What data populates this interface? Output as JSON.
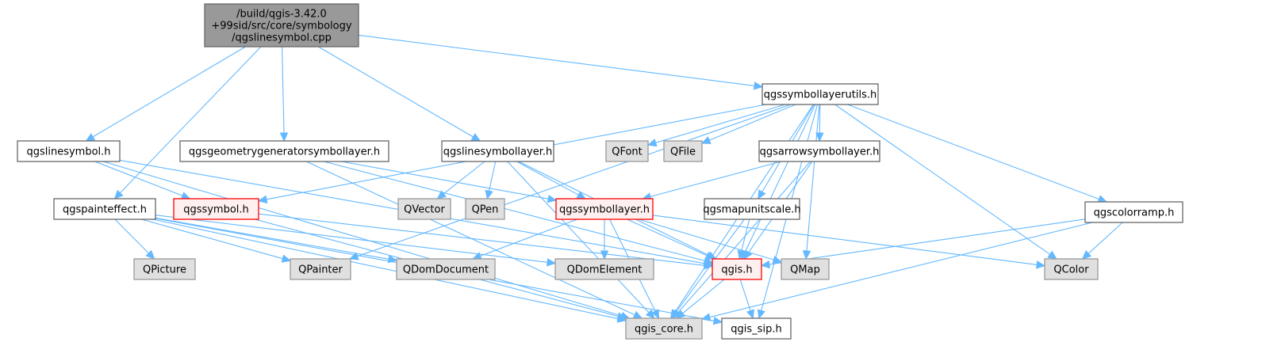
{
  "title": "Include dependency graph for qgslinesymbol.cpp",
  "colors": {
    "edge": "#63b8ff",
    "root_fill": "#999999",
    "root_stroke": "#666666",
    "normal_fill": "#ffffff",
    "normal_stroke": "#666666",
    "external_fill": "#e0e0e0",
    "external_stroke": "#999999",
    "highlight_fill": "#fff0f0",
    "highlight_stroke": "#ff0000"
  },
  "nodes": [
    {
      "id": "root",
      "lines": [
        "/build/qgis-3.42.0",
        "+99sid/src/core/symbology",
        "/qgslinesymbol.cpp"
      ],
      "kind": "root"
    },
    {
      "id": "qgslinesymbol_h",
      "lines": [
        "qgslinesymbol.h"
      ],
      "kind": "normal"
    },
    {
      "id": "qgsgeometrygeneratorsymbollayer_h",
      "lines": [
        "qgsgeometrygeneratorsymbollayer.h"
      ],
      "kind": "normal"
    },
    {
      "id": "qgslinesymbollayer_h",
      "lines": [
        "qgslinesymbollayer.h"
      ],
      "kind": "normal"
    },
    {
      "id": "qgssymbollayerutils_h",
      "lines": [
        "qgssymbollayerutils.h"
      ],
      "kind": "normal"
    },
    {
      "id": "qgspainteffect_h",
      "lines": [
        "qgspainteffect.h"
      ],
      "kind": "normal"
    },
    {
      "id": "qgssymbol_h",
      "lines": [
        "qgssymbol.h"
      ],
      "kind": "highlight"
    },
    {
      "id": "QVector",
      "lines": [
        "QVector"
      ],
      "kind": "external"
    },
    {
      "id": "QPen",
      "lines": [
        "QPen"
      ],
      "kind": "external"
    },
    {
      "id": "qgssymbollayer_h",
      "lines": [
        "qgssymbollayer.h"
      ],
      "kind": "highlight"
    },
    {
      "id": "QFont",
      "lines": [
        "QFont"
      ],
      "kind": "external"
    },
    {
      "id": "QFile",
      "lines": [
        "QFile"
      ],
      "kind": "external"
    },
    {
      "id": "qgsarrowsymbollayer_h",
      "lines": [
        "qgsarrowsymbollayer.h"
      ],
      "kind": "normal"
    },
    {
      "id": "qgsmapunitscale_h",
      "lines": [
        "qgsmapunitscale.h"
      ],
      "kind": "normal"
    },
    {
      "id": "qgscolorramp_h",
      "lines": [
        "qgscolorramp.h"
      ],
      "kind": "normal"
    },
    {
      "id": "QPicture",
      "lines": [
        "QPicture"
      ],
      "kind": "external"
    },
    {
      "id": "QPainter",
      "lines": [
        "QPainter"
      ],
      "kind": "external"
    },
    {
      "id": "QDomDocument",
      "lines": [
        "QDomDocument"
      ],
      "kind": "external"
    },
    {
      "id": "QDomElement",
      "lines": [
        "QDomElement"
      ],
      "kind": "external"
    },
    {
      "id": "qgis_h",
      "lines": [
        "qgis.h"
      ],
      "kind": "highlight"
    },
    {
      "id": "QMap",
      "lines": [
        "QMap"
      ],
      "kind": "external"
    },
    {
      "id": "QColor",
      "lines": [
        "QColor"
      ],
      "kind": "external"
    },
    {
      "id": "qgis_core_h",
      "lines": [
        "qgis_core.h"
      ],
      "kind": "external"
    },
    {
      "id": "qgis_sip_h",
      "lines": [
        "qgis_sip.h"
      ],
      "kind": "normal"
    }
  ],
  "edges": [
    {
      "from": "root",
      "to": "qgslinesymbol_h"
    },
    {
      "from": "root",
      "to": "qgsgeometrygeneratorsymbollayer_h"
    },
    {
      "from": "root",
      "to": "qgslinesymbollayer_h"
    },
    {
      "from": "root",
      "to": "qgssymbollayerutils_h"
    },
    {
      "from": "root",
      "to": "qgspainteffect_h"
    },
    {
      "from": "qgslinesymbol_h",
      "to": "qgssymbol_h"
    },
    {
      "from": "qgslinesymbol_h",
      "to": "qgis_h"
    },
    {
      "from": "qgslinesymbol_h",
      "to": "qgis_core_h"
    },
    {
      "from": "qgsgeometrygeneratorsymbollayer_h",
      "to": "qgssymbollayer_h"
    },
    {
      "from": "qgsgeometrygeneratorsymbollayer_h",
      "to": "qgis_h"
    },
    {
      "from": "qgsgeometrygeneratorsymbollayer_h",
      "to": "qgis_core_h"
    },
    {
      "from": "qgslinesymbollayer_h",
      "to": "QVector"
    },
    {
      "from": "qgslinesymbollayer_h",
      "to": "QPen"
    },
    {
      "from": "qgslinesymbollayer_h",
      "to": "qgssymbollayer_h"
    },
    {
      "from": "qgslinesymbollayer_h",
      "to": "qgis_h"
    },
    {
      "from": "qgslinesymbollayer_h",
      "to": "qgis_core_h"
    },
    {
      "from": "qgssymbollayerutils_h",
      "to": "QFont"
    },
    {
      "from": "qgssymbollayerutils_h",
      "to": "QFile"
    },
    {
      "from": "qgssymbollayerutils_h",
      "to": "qgsarrowsymbollayer_h"
    },
    {
      "from": "qgssymbollayerutils_h",
      "to": "qgssymbol_h"
    },
    {
      "from": "qgssymbollayerutils_h",
      "to": "QPainter"
    },
    {
      "from": "qgssymbollayerutils_h",
      "to": "qgsmapunitscale_h"
    },
    {
      "from": "qgssymbollayerutils_h",
      "to": "qgis_h"
    },
    {
      "from": "qgssymbollayerutils_h",
      "to": "QMap"
    },
    {
      "from": "qgssymbollayerutils_h",
      "to": "QColor"
    },
    {
      "from": "qgssymbollayerutils_h",
      "to": "qgscolorramp_h"
    },
    {
      "from": "qgssymbollayerutils_h",
      "to": "qgis_core_h"
    },
    {
      "from": "qgssymbollayerutils_h",
      "to": "qgis_sip_h"
    },
    {
      "from": "qgspainteffect_h",
      "to": "QPicture"
    },
    {
      "from": "qgspainteffect_h",
      "to": "QPainter"
    },
    {
      "from": "qgspainteffect_h",
      "to": "QDomDocument"
    },
    {
      "from": "qgspainteffect_h",
      "to": "QDomElement"
    },
    {
      "from": "qgspainteffect_h",
      "to": "qgis_core_h"
    },
    {
      "from": "qgspainteffect_h",
      "to": "qgis_sip_h"
    },
    {
      "from": "qgssymbol_h",
      "to": "qgis_h"
    },
    {
      "from": "qgssymbol_h",
      "to": "qgis_core_h"
    },
    {
      "from": "qgssymbollayer_h",
      "to": "QDomDocument"
    },
    {
      "from": "qgssymbollayer_h",
      "to": "QDomElement"
    },
    {
      "from": "qgssymbollayer_h",
      "to": "qgis_h"
    },
    {
      "from": "qgssymbollayer_h",
      "to": "QMap"
    },
    {
      "from": "qgssymbollayer_h",
      "to": "QColor"
    },
    {
      "from": "qgssymbollayer_h",
      "to": "qgis_core_h"
    },
    {
      "from": "qgsarrowsymbollayer_h",
      "to": "qgssymbollayer_h"
    },
    {
      "from": "qgsarrowsymbollayer_h",
      "to": "qgis_h"
    },
    {
      "from": "qgsarrowsymbollayer_h",
      "to": "qgis_core_h"
    },
    {
      "from": "qgsmapunitscale_h",
      "to": "qgis_h"
    },
    {
      "from": "qgsmapunitscale_h",
      "to": "qgis_core_h"
    },
    {
      "from": "qgscolorramp_h",
      "to": "qgis_h"
    },
    {
      "from": "qgscolorramp_h",
      "to": "QColor"
    },
    {
      "from": "qgscolorramp_h",
      "to": "qgis_core_h"
    },
    {
      "from": "qgis_h",
      "to": "qgis_core_h"
    },
    {
      "from": "qgis_h",
      "to": "qgis_sip_h"
    }
  ]
}
